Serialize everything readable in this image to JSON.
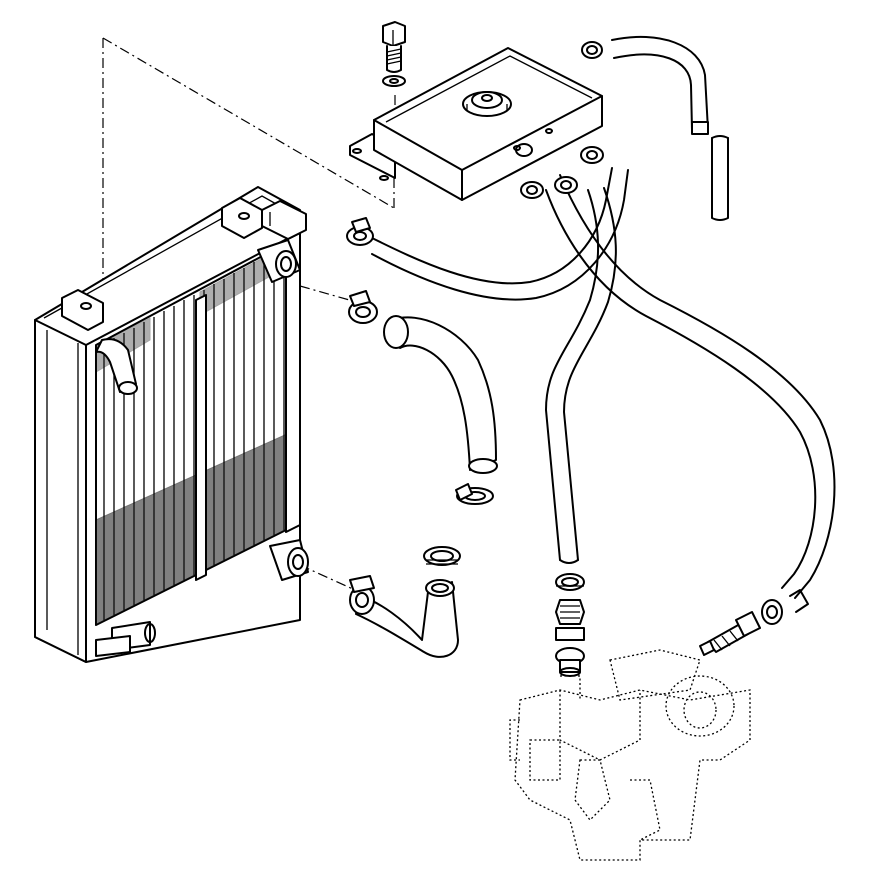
{
  "drawing": {
    "colors": {
      "ink": "#000000",
      "paper": "#ffffff"
    },
    "parts": [
      {
        "id": "radiator",
        "icon": "radiator-icon"
      },
      {
        "id": "expansion-tank",
        "icon": "expansion-tank-icon"
      },
      {
        "id": "filler-cap",
        "icon": "filler-cap-icon"
      },
      {
        "id": "bolt",
        "icon": "bolt-icon"
      },
      {
        "id": "washer",
        "icon": "washer-icon"
      },
      {
        "id": "upper-hose",
        "icon": "hose-icon"
      },
      {
        "id": "lower-elbow-hose",
        "icon": "elbow-hose-icon"
      },
      {
        "id": "tank-vent-hose",
        "icon": "hose-icon"
      },
      {
        "id": "overflow-hose",
        "icon": "hose-icon"
      },
      {
        "id": "bypass-hose",
        "icon": "hose-icon"
      },
      {
        "id": "engine-return-hose",
        "icon": "hose-icon"
      },
      {
        "id": "hose-clamps",
        "icon": "hose-clamp-icon"
      },
      {
        "id": "union-fitting",
        "icon": "fitting-icon"
      },
      {
        "id": "temperature-sender",
        "icon": "sender-icon"
      },
      {
        "id": "engine-outline",
        "icon": "engine-icon"
      }
    ]
  }
}
